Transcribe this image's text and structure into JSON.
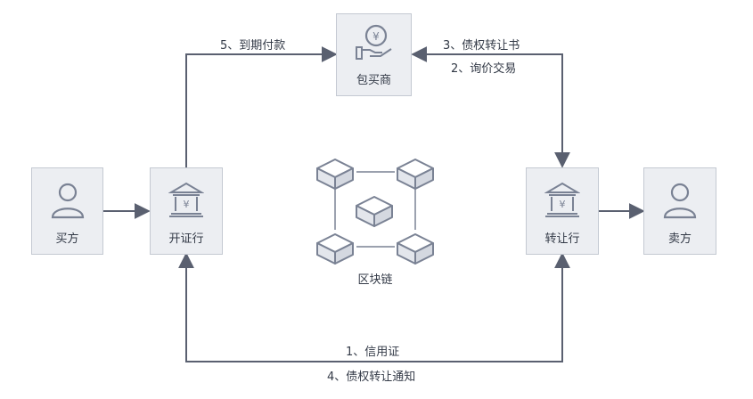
{
  "nodes": {
    "buyer": "买方",
    "issuing_bank": "开证行",
    "forfaiter": "包买商",
    "transferring_bank": "转让行",
    "seller": "卖方"
  },
  "center": {
    "label": "区块链",
    "icon": "blockchain-cubes-icon"
  },
  "edges": {
    "payment": "5、到期付款",
    "transfer_letter": "3、债权转让书",
    "inquiry": "2、询价交易",
    "letter_of_credit": "1、信用证",
    "transfer_notice": "4、债权转让通知"
  },
  "colors": {
    "node_fill": "#eceef2",
    "node_border": "#c4c9d2",
    "line": "#5a6070",
    "icon": "#7a8294",
    "text": "#333a47"
  }
}
